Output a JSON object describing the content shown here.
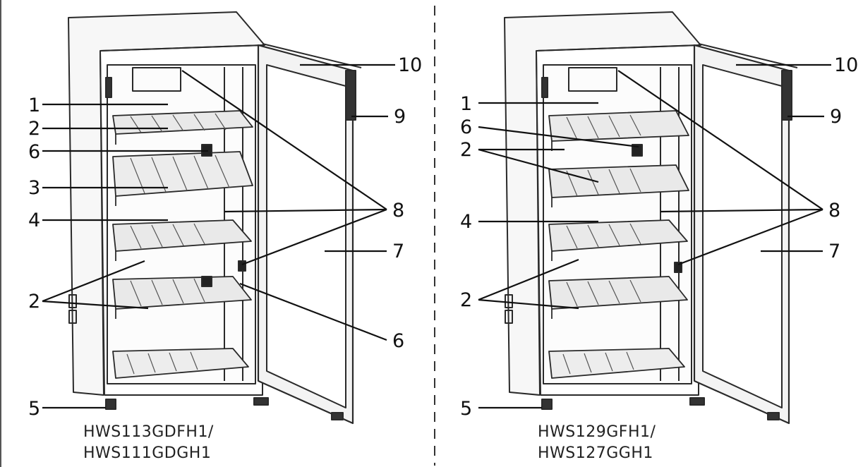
{
  "panels": [
    {
      "model_line1": "HWS113GDFH1/",
      "model_line2": "HWS111GDGH1",
      "callouts": [
        "1",
        "2",
        "6",
        "3",
        "4",
        "2",
        "5",
        "10",
        "9",
        "8",
        "7",
        "6"
      ]
    },
    {
      "model_line1": "HWS129GFH1/",
      "model_line2": "HWS127GGH1",
      "callouts": [
        "1",
        "6",
        "2",
        "4",
        "2",
        "5",
        "10",
        "9",
        "8",
        "7"
      ]
    }
  ]
}
